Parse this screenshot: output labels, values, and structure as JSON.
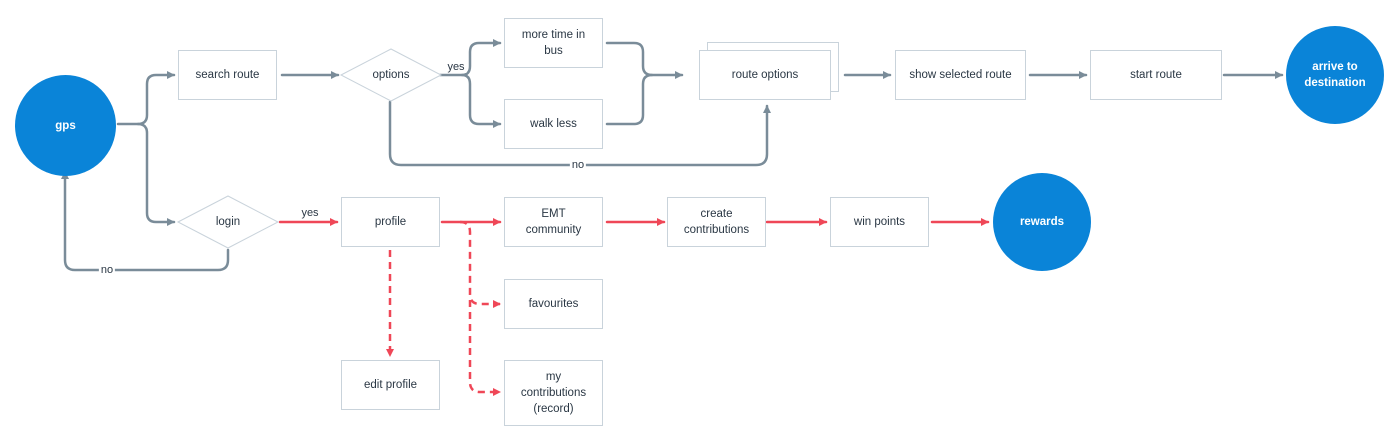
{
  "nodes": {
    "gps": "gps",
    "search_route": "search route",
    "options": "options",
    "more_time_in_bus": "more time in bus",
    "walk_less": "walk less",
    "route_options": "route options",
    "show_selected_route": "show selected route",
    "start_route": "start route",
    "arrive_to_destination": "arrive to destination",
    "login": "login",
    "profile": "profile",
    "emt_community": "EMT community",
    "create_contributions": "create contributions",
    "win_points": "win points",
    "rewards": "rewards",
    "favourites": "favourites",
    "edit_profile": "edit profile",
    "my_contributions": "my contributions (record)"
  },
  "edge_labels": {
    "options_yes": "yes",
    "options_no": "no",
    "login_yes": "yes",
    "login_no": "no"
  },
  "colors": {
    "primary_flow": "#7a8c99",
    "account_flow": "#ef4757",
    "terminal": "#0a84d8"
  }
}
